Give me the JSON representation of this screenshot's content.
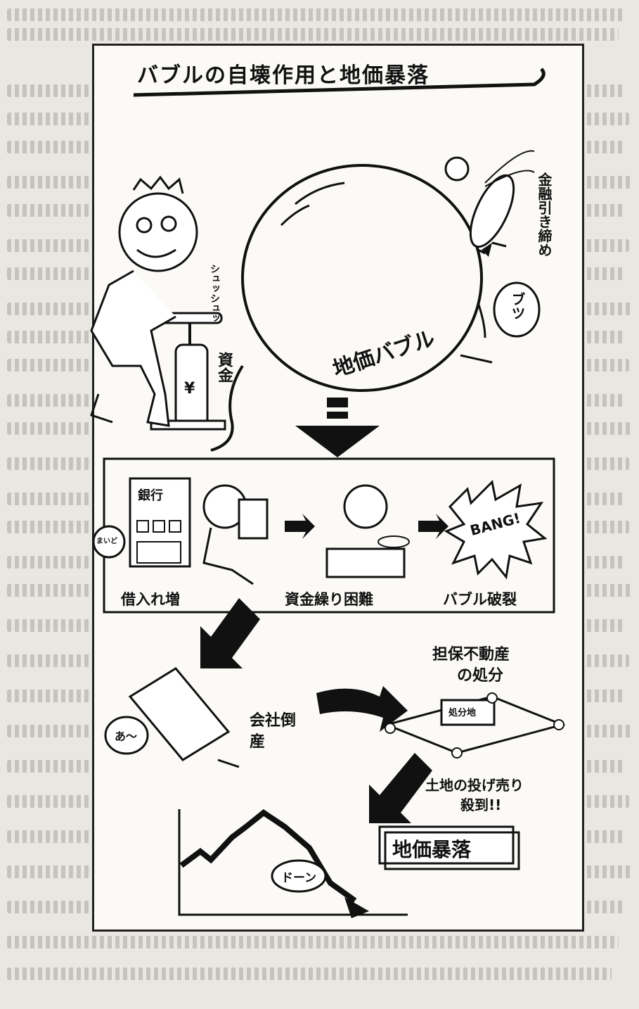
{
  "title": "バブルの自壊作用と地価暴落",
  "mosquito_text": "金融引き締め",
  "bubble_sound": "ブツ",
  "pump_sound": "シュッシュッ",
  "bubble_label": "地価バブル",
  "money_label": "資金",
  "yen_symbol": "¥",
  "bank_sign": "銀行",
  "bank_speech": "まいど",
  "bang_text": "BANG!",
  "row_labels": {
    "borrow": "借入れ増",
    "funding": "資金繰り困難",
    "burst": "バブル破裂"
  },
  "company_fall": "会社倒産",
  "company_speech": "あ〜",
  "collateral": {
    "line1": "担保不動産",
    "line2": "の処分",
    "sign": "処分地"
  },
  "land_sale": {
    "line1": "土地の投げ売り",
    "line2": "殺到!!"
  },
  "crash_label": "地価暴落",
  "crash_sound": "ドーン"
}
